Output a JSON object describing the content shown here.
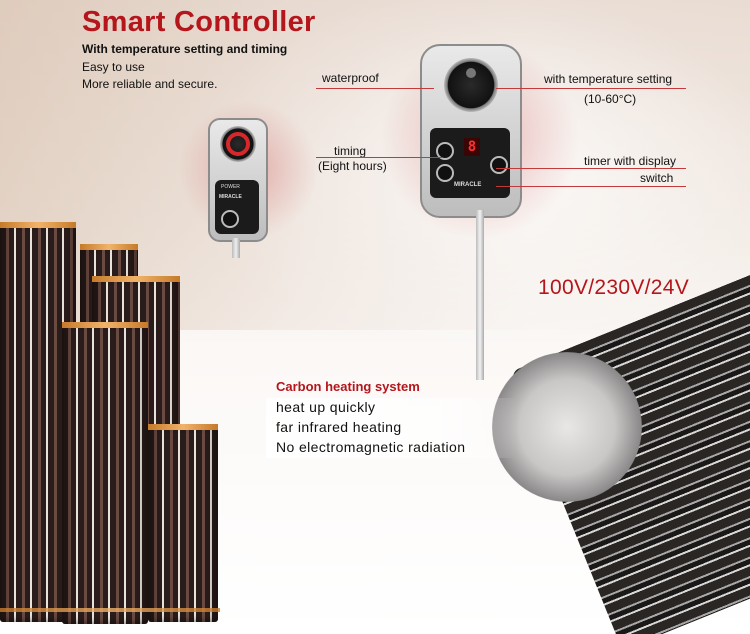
{
  "header": {
    "title": "Smart Controller",
    "subtitle": "With temperature setting and timing",
    "taglines": [
      "Easy to use",
      "More reliable and secure."
    ]
  },
  "callouts": {
    "waterproof": "waterproof",
    "temperature_setting": "with temperature setting",
    "temperature_range": "(10-60°C)",
    "timing": "timing",
    "timing_detail": "(Eight hours)",
    "timer_display": "timer with display",
    "switch": "switch"
  },
  "voltage": "100V/230V/24V",
  "features": {
    "title": "Carbon heating system",
    "items": [
      "heat up quickly",
      "far infrared heating",
      "No electromagnetic radiation"
    ]
  },
  "device_marks": {
    "brand": "MIRACLE",
    "power": "POWER",
    "display": "8"
  },
  "colors": {
    "accent_red": "#b4161c",
    "film_dark": "#2a1c1a",
    "band_orange": "#e6a04a"
  }
}
